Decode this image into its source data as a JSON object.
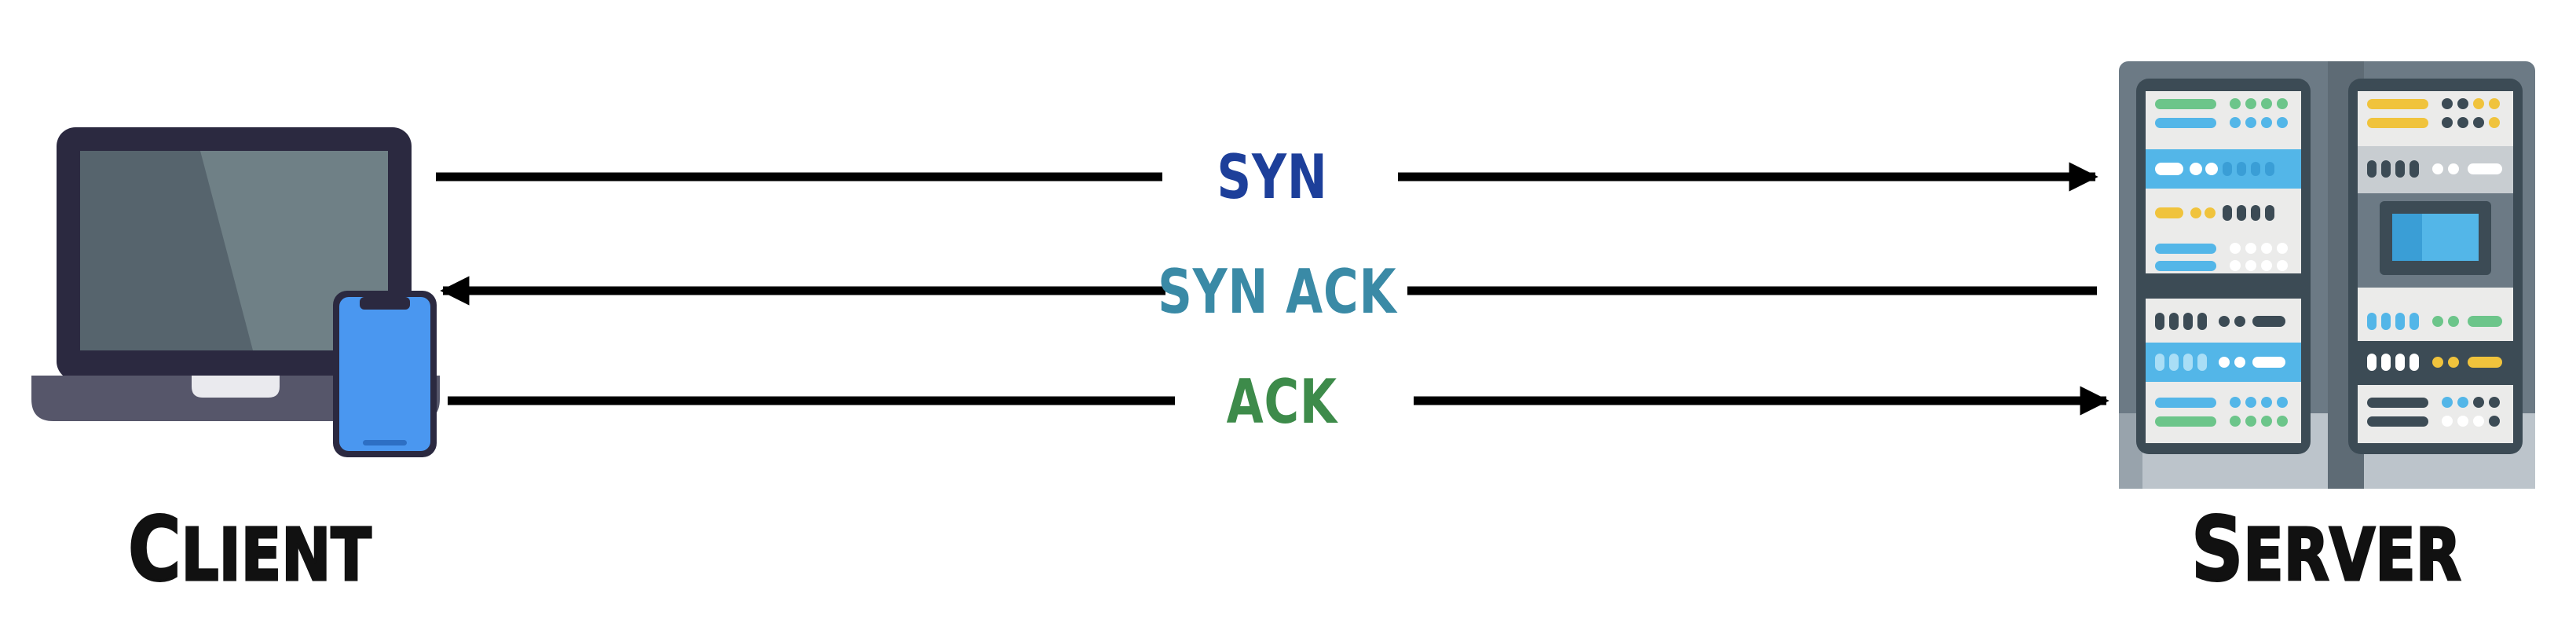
{
  "nodes": {
    "client": {
      "label_first": "C",
      "label_rest": "LIENT"
    },
    "server": {
      "label_first": "S",
      "label_rest": "ERVER"
    }
  },
  "messages": [
    {
      "id": "syn",
      "label": "SYN",
      "direction": "client-to-server",
      "color": "#1d3f9a"
    },
    {
      "id": "syn-ack",
      "label": "SYN ACK",
      "direction": "server-to-client",
      "color": "#3a8aa6"
    },
    {
      "id": "ack",
      "label": "ACK",
      "direction": "client-to-server",
      "color": "#3d8b4a"
    }
  ],
  "icons": {
    "client": [
      "laptop-icon",
      "smartphone-icon"
    ],
    "server": "server-rack-icon"
  },
  "colors": {
    "arrow": "#000000",
    "laptop_frame": "#2b2940",
    "laptop_screen": "#56646d",
    "phone": "#4a97f0",
    "rack_frame": "#6c7a85",
    "rack_blue": "#53b6e8",
    "rack_yellow": "#f0c33c",
    "rack_green": "#6cc58a"
  }
}
